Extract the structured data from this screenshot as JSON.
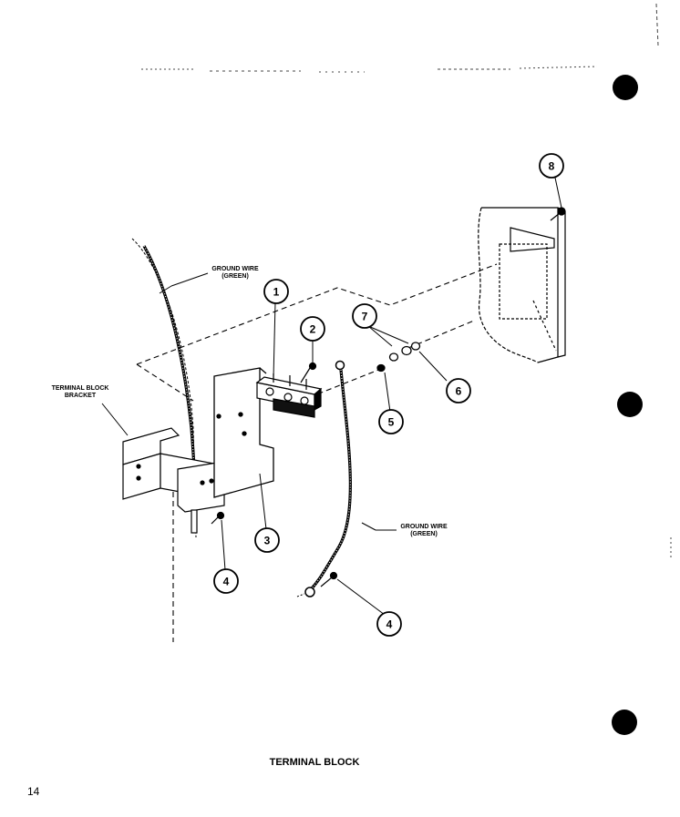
{
  "diagram": {
    "caption": "TERMINAL BLOCK",
    "page_number": "14",
    "labels": {
      "ground_wire_top_1": "GROUND WIRE",
      "ground_wire_top_2": "(GREEN)",
      "ground_wire_bottom_1": "GROUND WIRE",
      "ground_wire_bottom_2": "(GREEN)",
      "bracket_1": "TERMINAL BLOCK",
      "bracket_2": "BRACKET"
    },
    "callouts": [
      "8",
      "1",
      "2",
      "7",
      "6",
      "5",
      "3",
      "4",
      "4"
    ]
  }
}
